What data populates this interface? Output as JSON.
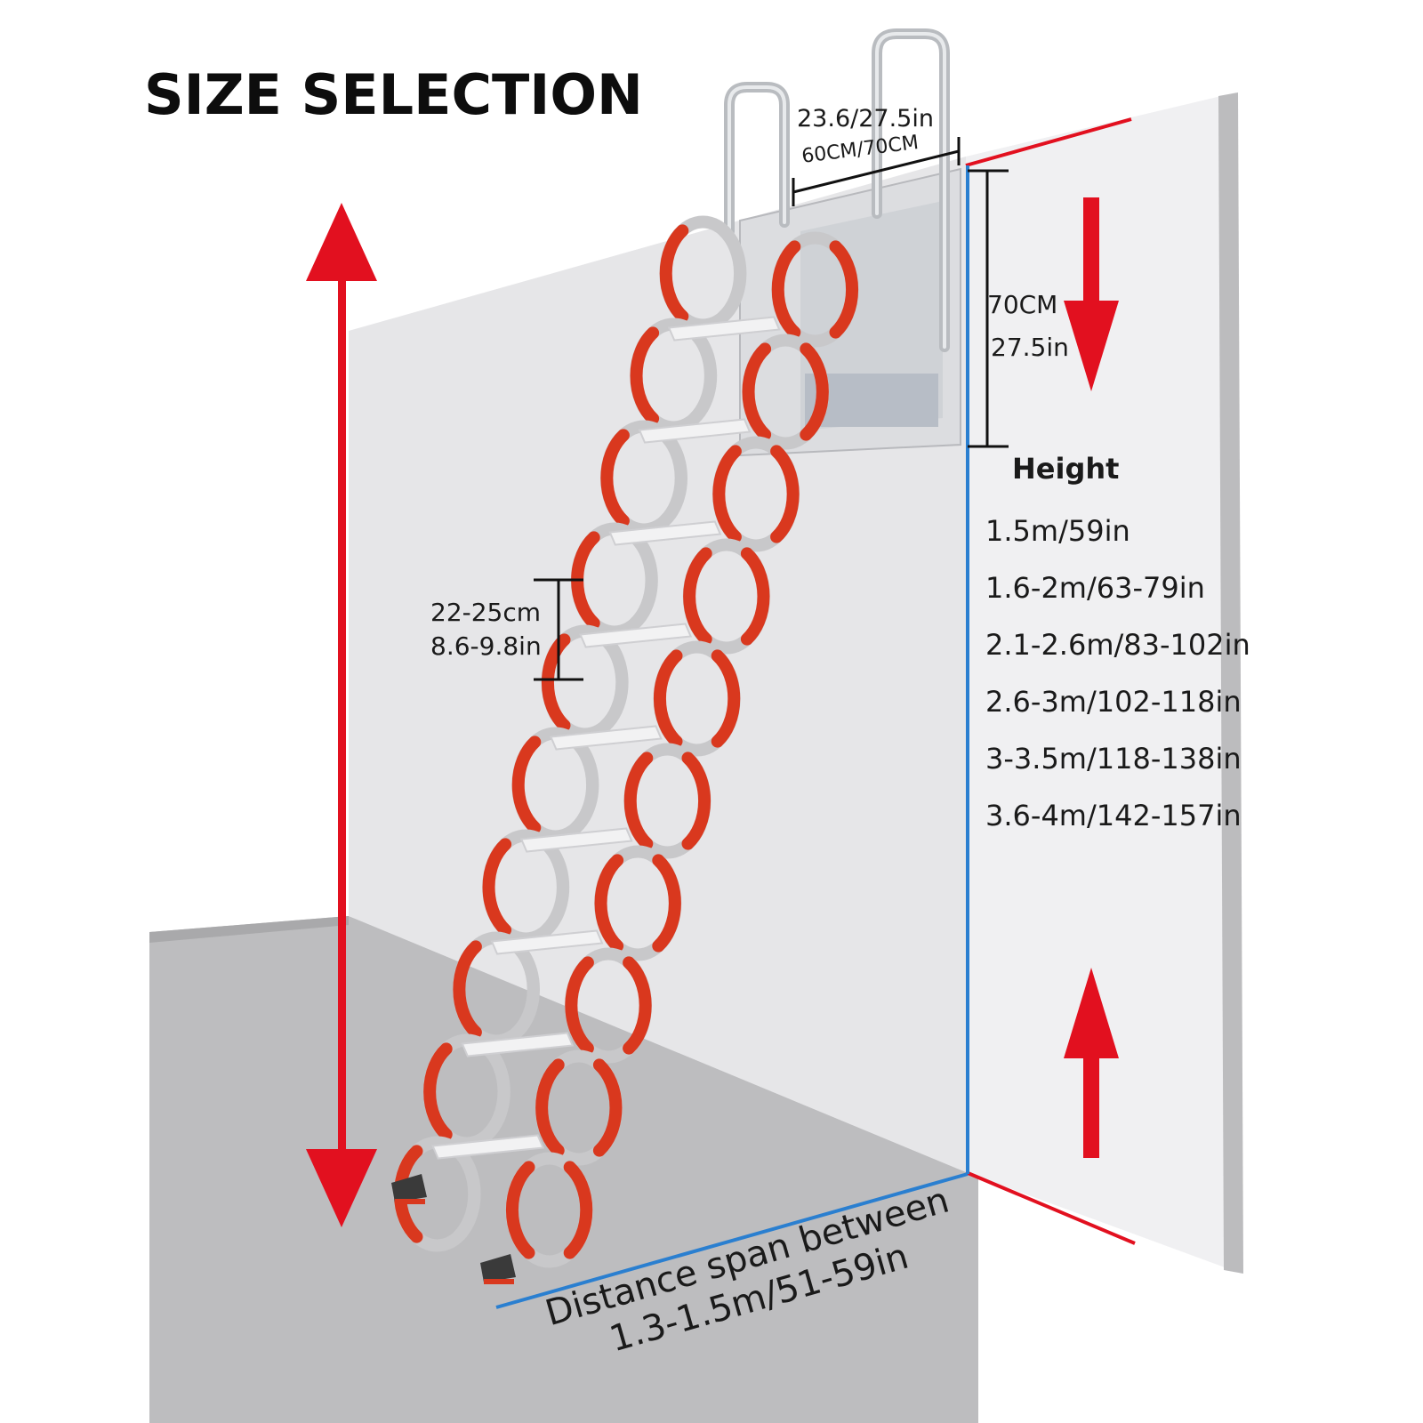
{
  "title": "SIZE SELECTION",
  "dimensions": {
    "width_in": "23.6/27.5in",
    "width_cm": "60CM/70CM",
    "box_cm": "70CM",
    "box_in": "27.5in",
    "step_cm": "22-25cm",
    "step_in": "8.6-9.8in"
  },
  "height": {
    "heading": "Height",
    "options": [
      "1.5m/59in",
      "1.6-2m/63-79in",
      "2.1-2.6m/83-102in",
      "2.6-3m/102-118in",
      "3-3.5m/118-138in",
      "3.6-4m/142-157in"
    ]
  },
  "span": {
    "line1": "Distance span between",
    "line2": "1.3-1.5m/51-59in"
  },
  "colors": {
    "arrow": "#e2101f",
    "measure_line": "#2a7fd0",
    "ladder_red": "#d9381e",
    "ladder_grey": "#c8c8ca",
    "wall": "#e6e6e8",
    "floor": "#bdbdbf"
  }
}
